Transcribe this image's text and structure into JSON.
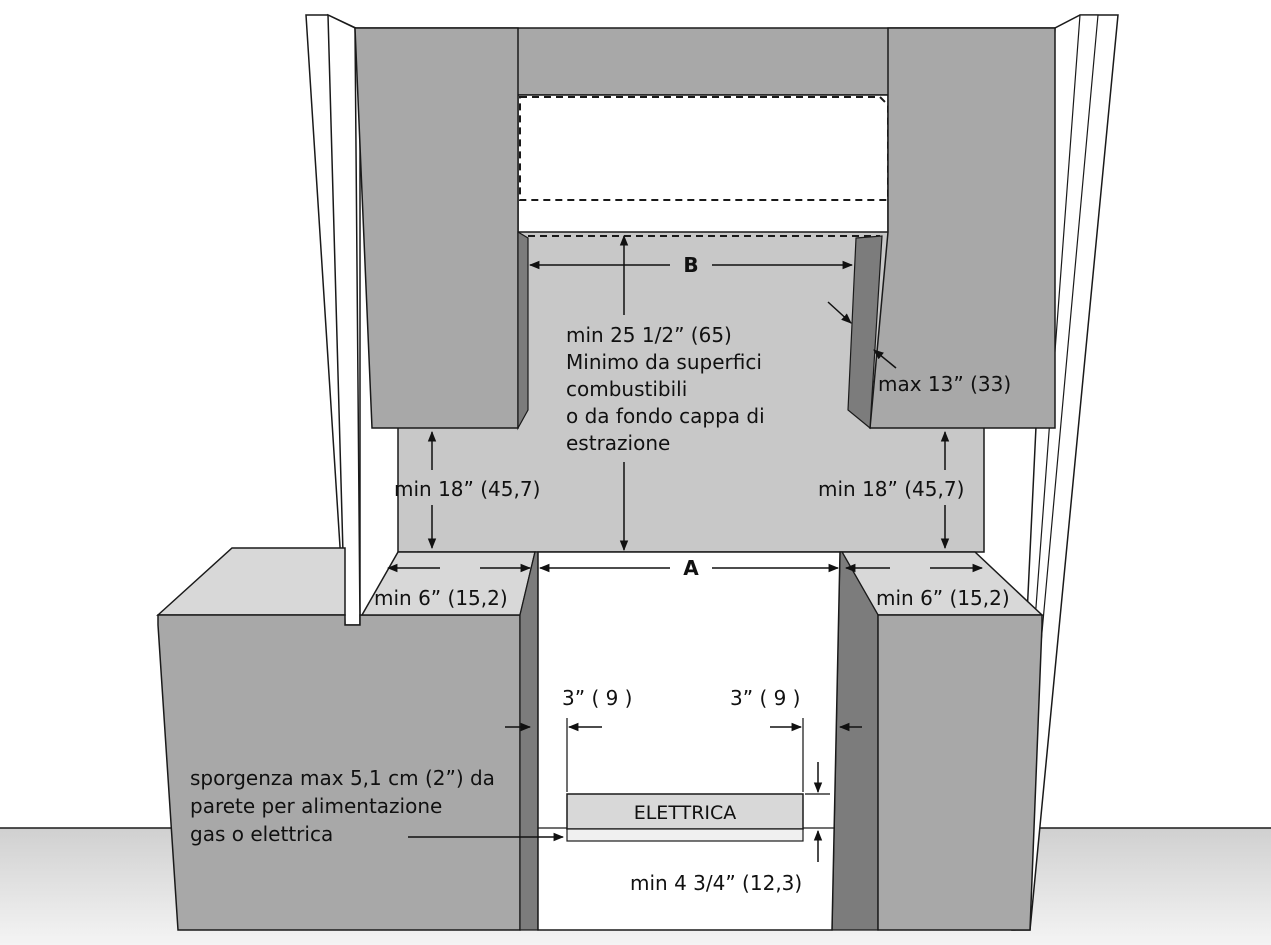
{
  "labels": {
    "dim_b": "B",
    "dim_a": "A",
    "center_line1": "min 25 1/2” (65)",
    "center_line2": "Minimo da superfici",
    "center_line3": "combustibili",
    "center_line4": "o da fondo cappa di",
    "center_line5": "estrazione",
    "max_depth": "max 13” (33)",
    "left_min18": "min 18” (45,7)",
    "right_min18": "min 18” (45,7)",
    "left_min6": "min 6” (15,2)",
    "right_min6": "min 6” (15,2)",
    "left_3in": "3” ( 9 )",
    "right_3in": "3” ( 9 )",
    "electric_box": "ELETTRICA",
    "projection_line1": "sporgenza max 5,1 cm (2”) da",
    "projection_line2": "parete per alimentazione",
    "projection_line3": "gas o elettrica",
    "min_4_3_4": "min 4 3/4” (12,3)"
  },
  "colors": {
    "cabinet_front": "#a8a8a8",
    "cabinet_side": "#7c7c7c",
    "wall_back": "#c8c8c8",
    "countertop": "#d8d8d8",
    "outline": "#1a1a1a"
  }
}
